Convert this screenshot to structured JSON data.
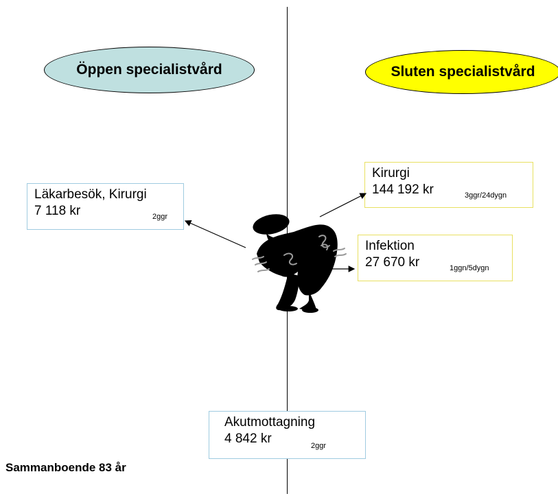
{
  "ovals": {
    "left": {
      "label": "Öppen specialistvård",
      "color": "#bfe0e0"
    },
    "right": {
      "label": "Sluten specialistvård",
      "color": "#ffff00"
    }
  },
  "boxes": {
    "lakarbesok": {
      "title": "Läkarbesök, Kirurgi",
      "cost": "7 118 kr",
      "count": "2ggr",
      "border": "#9fcbe0"
    },
    "kirurgi": {
      "title": "Kirurgi",
      "cost": "144 192 kr",
      "count": "3ggr/24dygn",
      "border": "#e8e060"
    },
    "infektion": {
      "title": "Infektion",
      "cost": "27 670 kr",
      "count": "1ggn/5dygn",
      "border": "#e8e060"
    },
    "akut": {
      "title": "Akutmottagning",
      "cost": "4 842 kr",
      "count": "2ggr",
      "border": "#9fcbe0"
    }
  },
  "footer": {
    "text": "Sammanboende 83 år"
  },
  "figure": {
    "icon": "sick-person-icon"
  }
}
